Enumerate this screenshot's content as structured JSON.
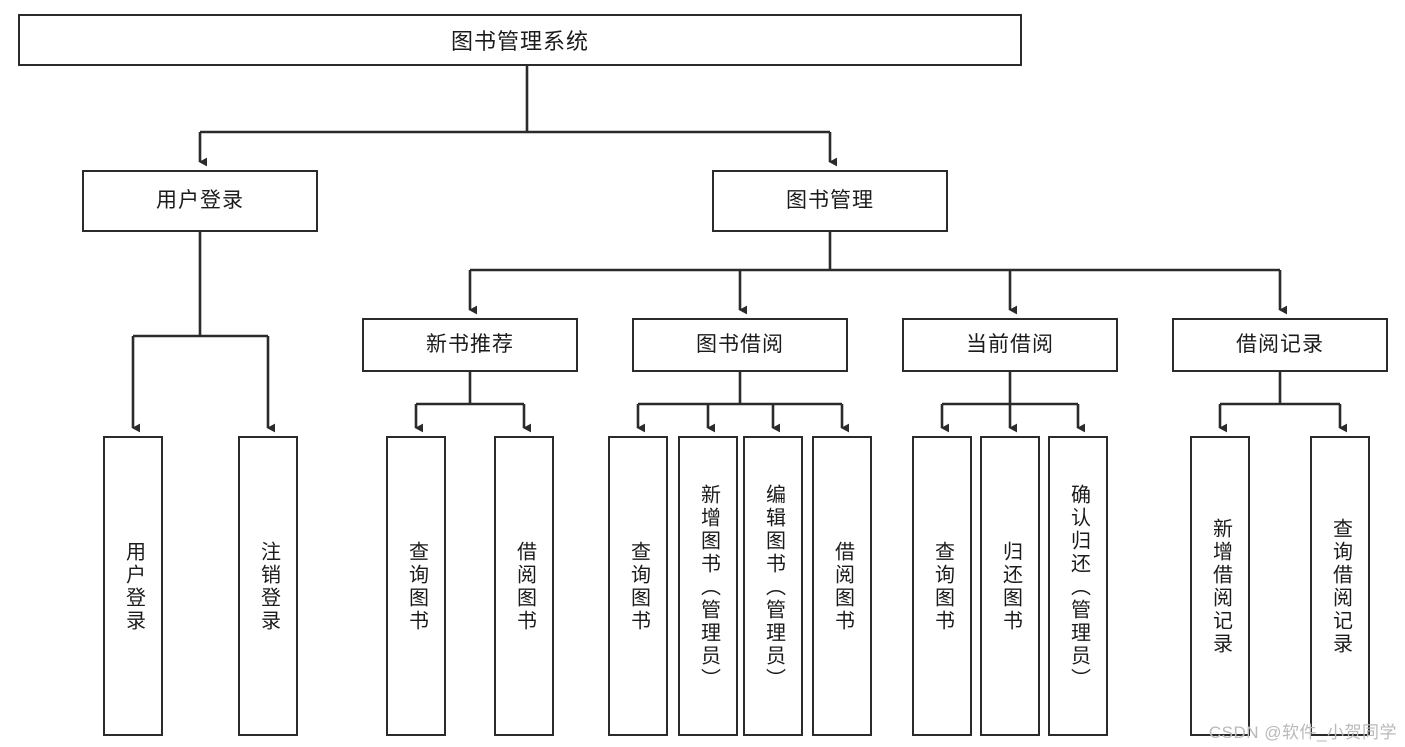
{
  "diagram": {
    "title": "图书管理系统",
    "type": "tree-hierarchy-chart",
    "watermark": "CSDN @软件_小贺同学",
    "colors": {
      "box_border": "#2b2b2b",
      "box_fill": "#ffffff",
      "connector": "#2b2b2b",
      "text": "#1b1b1b",
      "watermark": "#b9b9b9"
    },
    "root": {
      "label": "图书管理系统"
    },
    "level2": [
      {
        "label": "用户登录"
      },
      {
        "label": "图书管理"
      }
    ],
    "level3": [
      {
        "label": "新书推荐"
      },
      {
        "label": "图书借阅"
      },
      {
        "label": "当前借阅"
      },
      {
        "label": "借阅记录"
      }
    ],
    "leaves": {
      "user_login": [
        {
          "label": "用户登录"
        },
        {
          "label": "注销登录"
        }
      ],
      "new_book_recommend": [
        {
          "label": "查询图书"
        },
        {
          "label": "借阅图书"
        }
      ],
      "book_borrow": [
        {
          "label": "查询图书"
        },
        {
          "label": "新增图书（管理员）"
        },
        {
          "label": "编辑图书（管理员）"
        },
        {
          "label": "借阅图书"
        }
      ],
      "current_borrow": [
        {
          "label": "查询图书"
        },
        {
          "label": "归还图书"
        },
        {
          "label": "确认归还（管理员）"
        }
      ],
      "borrow_record": [
        {
          "label": "新增借阅记录"
        },
        {
          "label": "查询借阅记录"
        }
      ]
    }
  }
}
